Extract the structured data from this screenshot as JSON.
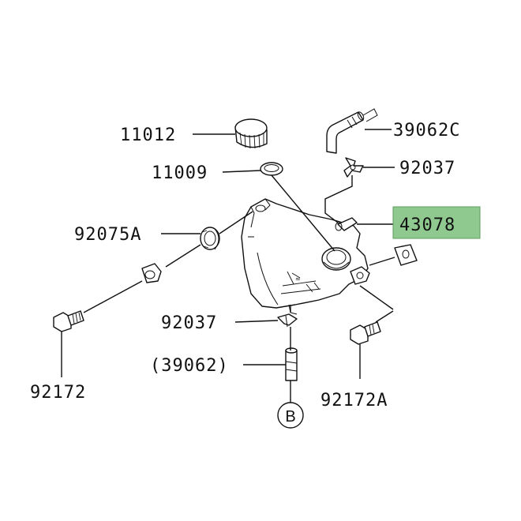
{
  "highlight_color": "#8fc98f",
  "line_color": "#111111",
  "background_color": "#ffffff",
  "parts": {
    "cap": "11012",
    "cap_seal": "11009",
    "hose": "39062C",
    "clamp_top": "92037",
    "tank": "43078",
    "grommet": "92075A",
    "clamp_bottom": "92037",
    "hose_ref": "(39062)",
    "bolt_left": "92172",
    "bolt_right": "92172A",
    "connector": "B"
  }
}
